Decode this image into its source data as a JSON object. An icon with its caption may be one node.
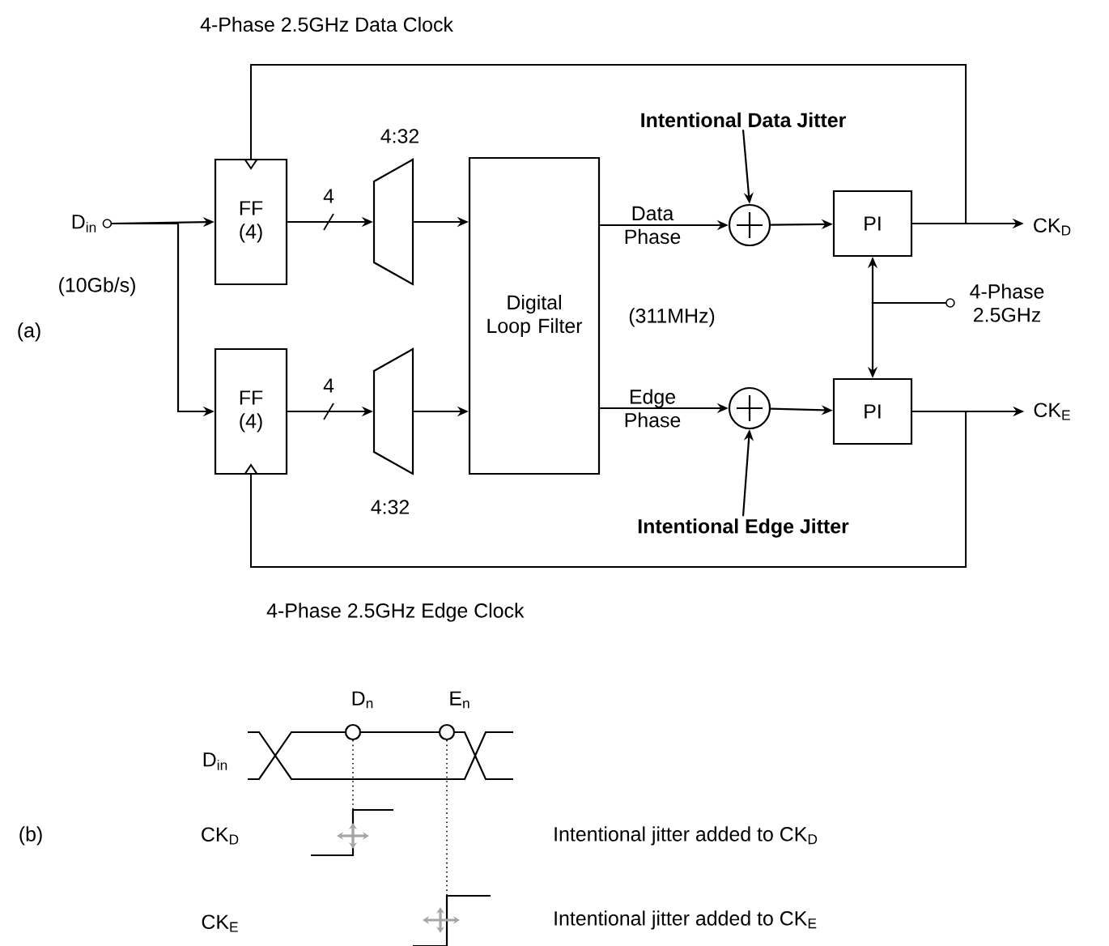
{
  "diagram": {
    "nodes": [
      {
        "text": [
          "D$_{in}$"
        ],
        "beside": [
          "(10Gb/s)"
        ]
      },
      {
        "text": [
          "FF (4)"
        ]
      },
      {
        "text": [
          "FF (4)"
        ]
      },
      {
        "text": [],
        "shape": "trapezoid",
        "beside": [
          "4:32"
        ]
      },
      {
        "text": [],
        "shape": "trapezoid",
        "beside": [
          "4:32"
        ]
      },
      {
        "text": [
          "Digital Loop Filter"
        ]
      },
      {
        "text": [],
        "shape": "circle"
      },
      {
        "text": [],
        "shape": "circle"
      },
      {
        "text": [
          "PI"
        ]
      },
      {
        "text": [
          "PI"
        ]
      },
      {
        "text": [
          "CK$_{D}$"
        ]
      },
      {
        "text": [
          "CK$_{E}$"
        ]
      },
      {
        "text": [
          "4-Phase 2.5GHz"
        ]
      },
      {
        "text": [
          "Intentional Data Jitter"
        ]
      },
      {
        "text": [
          "Intentional Edge Jitter"
        ]
      }
    ],
    "edges": [
      {
        "from": 0,
        "to": 1,
        "arrow": "to"
      },
      {
        "from": 0,
        "to": 2,
        "arrow": "to"
      },
      {
        "from": 1,
        "to": 3,
        "arrow": "to",
        "label": "4"
      },
      {
        "from": 2,
        "to": 4,
        "arrow": "to",
        "label": "4"
      },
      {
        "from": 3,
        "to": 5,
        "arrow": "to"
      },
      {
        "from": 4,
        "to": 5,
        "arrow": "to"
      },
      {
        "from": 5,
        "to": 6,
        "arrow": "to",
        "label": "Data Phase"
      },
      {
        "from": 5,
        "to": 7,
        "arrow": "to",
        "label": "Edge Phase"
      },
      {
        "from": 13,
        "to": 6,
        "arrow": "to"
      },
      {
        "from": 14,
        "to": 7,
        "arrow": "to"
      },
      {
        "from": 6,
        "to": 8,
        "arrow": "to"
      },
      {
        "from": 7,
        "to": 9,
        "arrow": "to"
      },
      {
        "from": 8,
        "to": 10,
        "arrow": "to"
      },
      {
        "from": 9,
        "to": 11,
        "arrow": "to"
      },
      {
        "from": 12,
        "to": 8,
        "arrow": "to"
      },
      {
        "from": 12,
        "to": 9,
        "arrow": "to"
      },
      {
        "from": 8,
        "to": 1,
        "arrow": "to",
        "label": "4-Phase 2.5GHz Data Clock"
      },
      {
        "from": 9,
        "to": 2,
        "arrow": "to",
        "label": "4-Phase 2.5GHz Edge Clock"
      }
    ],
    "labels": [
      "(a)",
      "(311MHz)",
      "D$_{n}$",
      "E$_{n}$",
      "D$_{in}$",
      "(b)",
      "CK$_{D}$",
      "CK$_{E}$",
      "Intentional jitter added to CK$_{D}$",
      "Intentional jitter added to CK$_{E}$"
    ]
  }
}
